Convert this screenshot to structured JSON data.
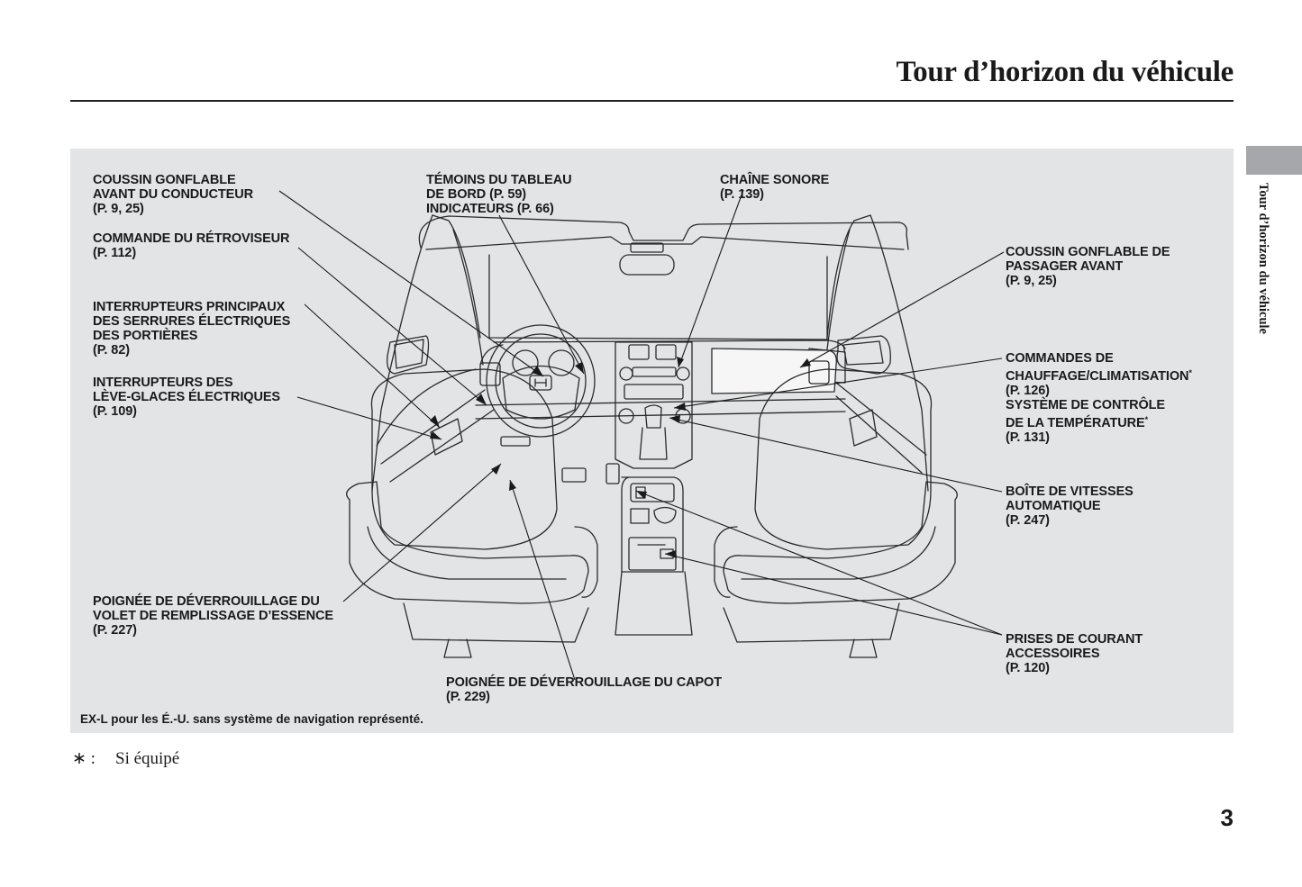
{
  "header": {
    "title": "Tour d’horizon du véhicule"
  },
  "side_tab": {
    "label": "Tour d’horizon du véhicule"
  },
  "diagram": {
    "callouts": [
      {
        "id": "driver-airbag",
        "lines": [
          "COUSSIN GONFLABLE",
          "AVANT DU CONDUCTEUR",
          "(P. 9, 25)"
        ]
      },
      {
        "id": "mirror-control",
        "lines": [
          "COMMANDE DU RÉTROVISEUR",
          "(P. 112)"
        ]
      },
      {
        "id": "door-lock-switches",
        "lines": [
          "INTERRUPTEURS PRINCIPAUX",
          "DES SERRURES ÉLECTRIQUES",
          "DES PORTIÈRES",
          "(P. 82)"
        ]
      },
      {
        "id": "power-window-switches",
        "lines": [
          "INTERRUPTEURS DES",
          "LÈVE-GLACES ÉLECTRIQUES",
          "(P. 109)"
        ]
      },
      {
        "id": "gauges-indicators",
        "lines": [
          "TÉMOINS DU TABLEAU",
          "DE BORD (P. 59)",
          "INDICATEURS (P. 66)"
        ]
      },
      {
        "id": "audio-system",
        "lines": [
          "CHAÎNE SONORE",
          "(P. 139)"
        ]
      },
      {
        "id": "passenger-airbag",
        "lines": [
          "COUSSIN GONFLABLE DE",
          "PASSAGER AVANT",
          "(P. 9, 25)"
        ]
      },
      {
        "id": "climate-controls",
        "lines": [
          "COMMANDES DE",
          "CHAUFFAGE/CLIMATISATION",
          "(P. 126)",
          "SYSTÈME DE CONTRÔLE",
          "DE LA TEMPÉRATURE",
          "(P. 131)"
        ],
        "asterisk_lines": [
          1,
          4
        ]
      },
      {
        "id": "automatic-transmission",
        "lines": [
          "BOÎTE DE VITESSES",
          "AUTOMATIQUE",
          "(P. 247)"
        ]
      },
      {
        "id": "fuel-fill-door-release",
        "lines": [
          "POIGNÉE DE DÉVERROUILLAGE DU",
          "VOLET DE REMPLISSAGE D’ESSENCE",
          "(P. 227)"
        ]
      },
      {
        "id": "hood-release",
        "lines": [
          "POIGNÉE DE DÉVERROUILLAGE DU CAPOT",
          "(P. 229)"
        ]
      },
      {
        "id": "accessory-power-sockets",
        "lines": [
          "PRISES DE COURANT",
          "ACCESSOIRES",
          "(P. 120)"
        ]
      }
    ],
    "asterisk": "*",
    "note": "EX-L pour les É.-U. sans système de navigation représenté."
  },
  "footnote": {
    "symbol": "∗ :",
    "text": "Si équipé"
  },
  "page_number": "3"
}
